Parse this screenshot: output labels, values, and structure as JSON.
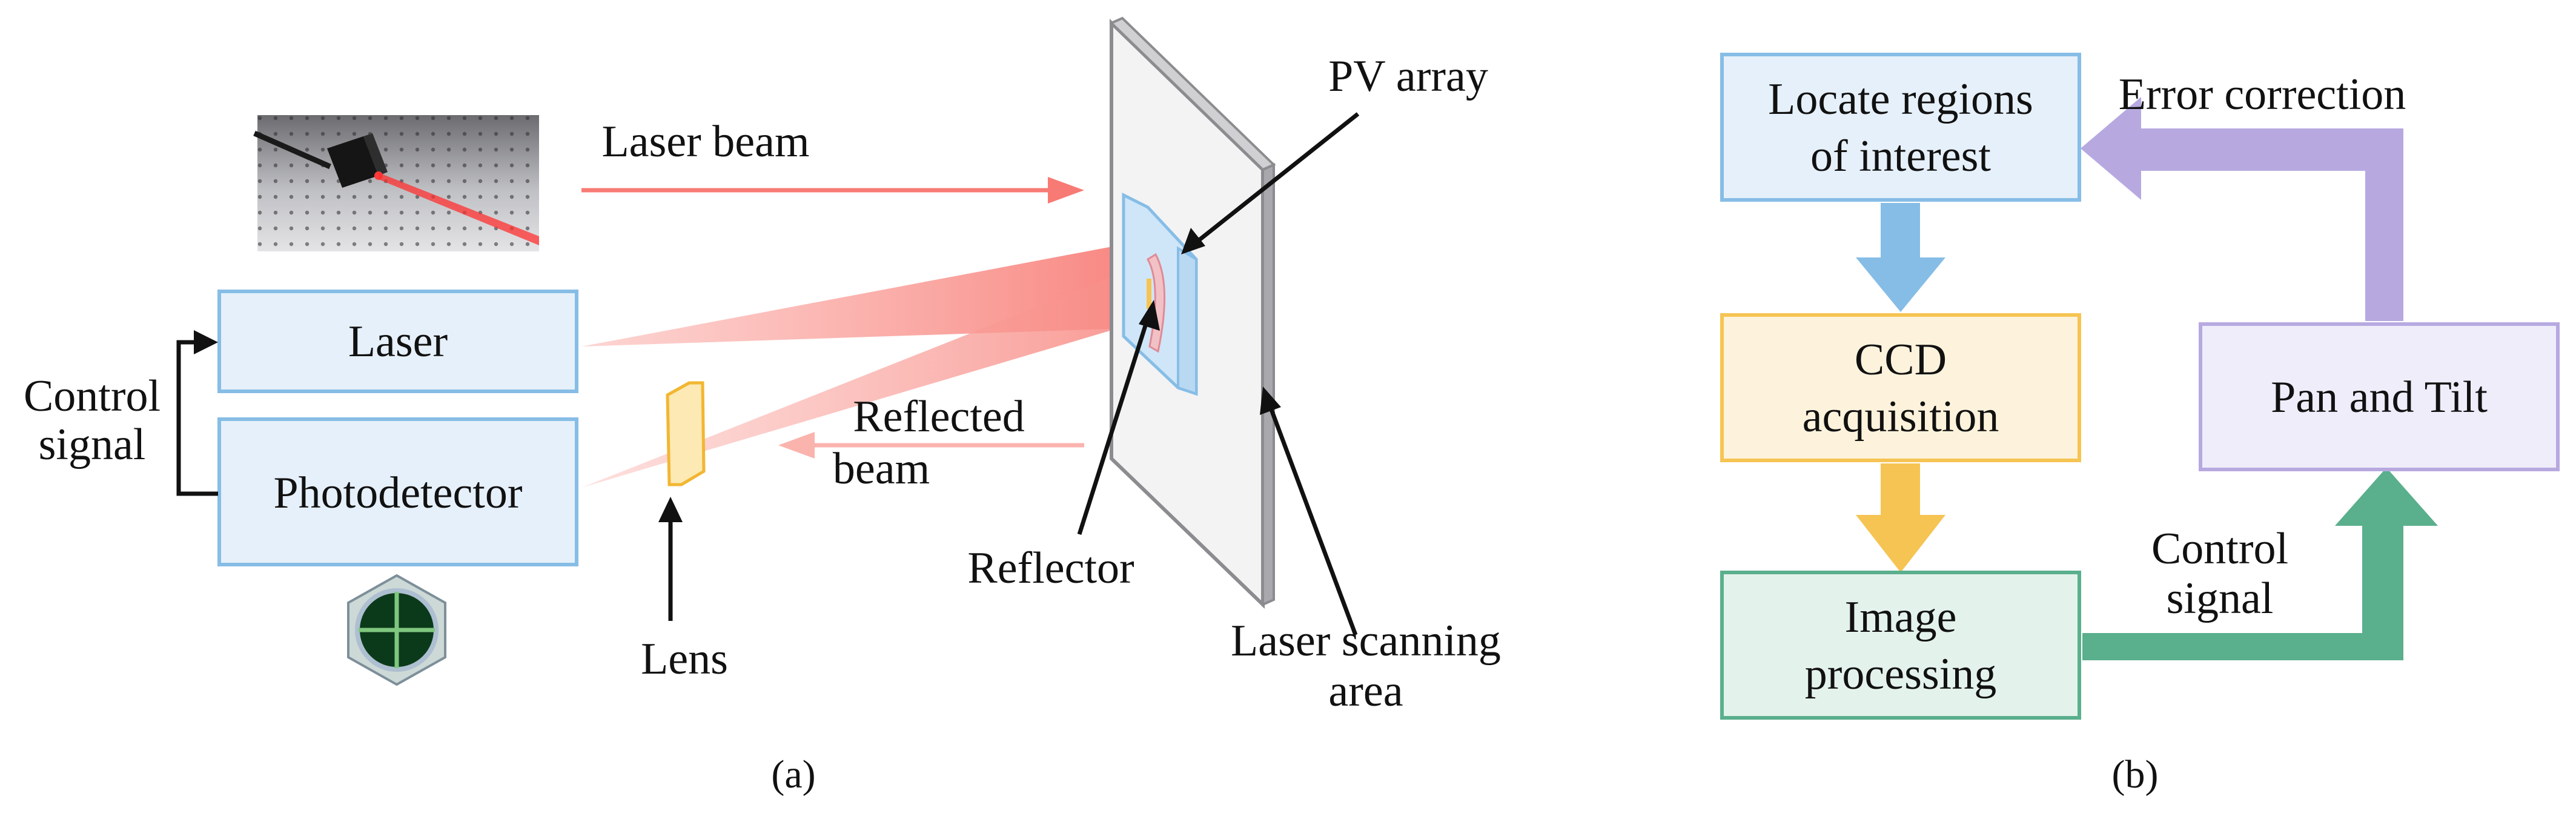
{
  "panel_a": {
    "caption": "(a)",
    "laser_beam_label": "Laser beam",
    "pv_array_label": "PV array",
    "laser_box_label": "Laser",
    "photodetector_box_label": "Photodetector",
    "control_signal_line1": "Control",
    "control_signal_line2": "signal",
    "reflected_beam_line1": "Reflected",
    "reflected_beam_line2": "beam",
    "reflector_label": "Reflector",
    "lens_label": "Lens",
    "scan_area_line1": "Laser scanning",
    "scan_area_line2": "area"
  },
  "panel_b": {
    "caption": "(b)",
    "locate_line1": "Locate regions",
    "locate_line2": "of interest",
    "ccd_line1": "CCD",
    "ccd_line2": "acquisition",
    "image_line1": "Image",
    "image_line2": "processing",
    "pan_tilt_label": "Pan and Tilt",
    "error_correction_label": "Error correction",
    "control_signal_line1": "Control",
    "control_signal_line2": "signal"
  },
  "colors": {
    "blue_fill": "#e6f0fa",
    "blue_stroke": "#86bde6",
    "yellow_fill": "#fdf3dc",
    "yellow_stroke": "#f6c453",
    "green_fill": "#e4f2ec",
    "green_stroke": "#5aaf8c",
    "purple_fill": "#efedfa",
    "purple_stroke": "#b7a9e0",
    "beam_red": "#f87a74"
  }
}
